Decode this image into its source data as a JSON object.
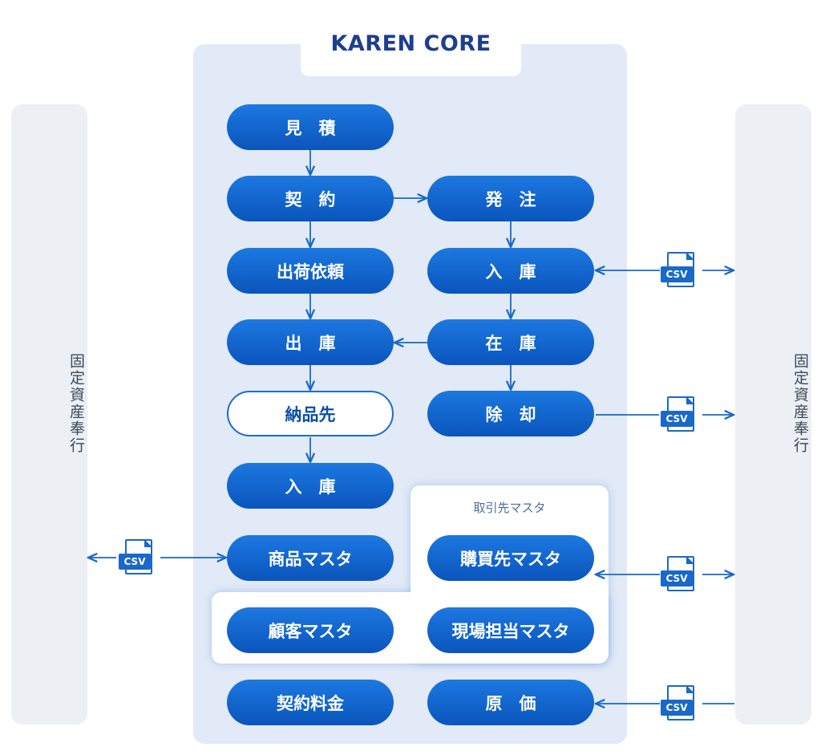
{
  "logo": {
    "text": "KAREN CORE"
  },
  "side_panels": {
    "left_label": "固定資産奉行",
    "right_label": "固定資産奉行"
  },
  "nodes": {
    "mitsumori": "見　積",
    "keiyaku": "契　約",
    "hacchu": "発　注",
    "shukka_irai": "出荷依頼",
    "nyuko_purchase": "入　庫",
    "shukko": "出　庫",
    "zaiko": "在　庫",
    "nohinsaki": "納品先",
    "jokyaku": "除　却",
    "nyuko_delivery": "入　庫",
    "shohin_master": "商品マスタ",
    "konyusaki_master": "購買先マスタ",
    "kokyaku_master": "顧客マスタ",
    "genba_tanto_master": "現場担当マスタ",
    "keiyaku_ryokin": "契約料金",
    "genka": "原　価"
  },
  "group": {
    "title": "取引先マスタ"
  },
  "csv_label": "CSV",
  "colors": {
    "node": "#0f62cc",
    "connector": "#1a68c8",
    "panel": "#e1eaf6",
    "side": "#eceff3"
  }
}
